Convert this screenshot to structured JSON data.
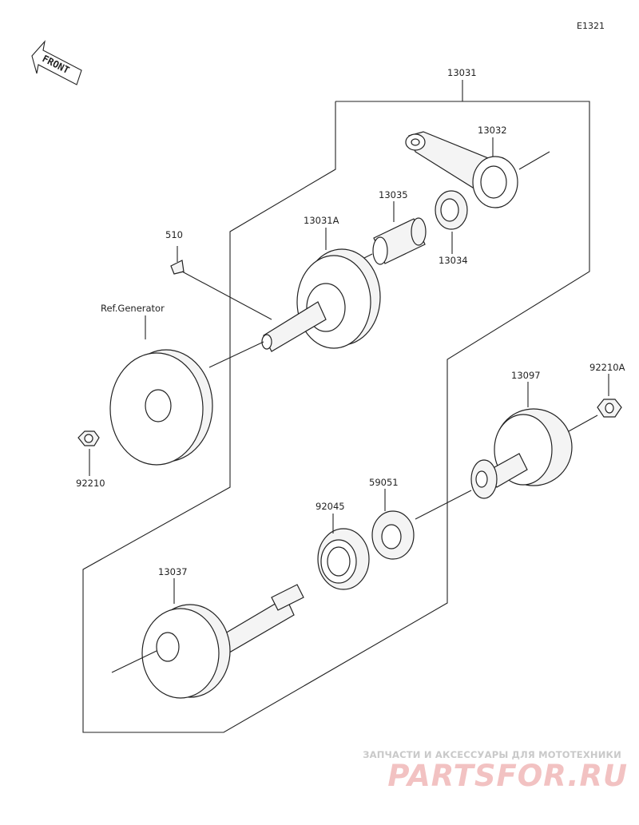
{
  "diagram_code": "E1321",
  "front_label": "FRONT",
  "parts": {
    "p13031": "13031",
    "p13032": "13032",
    "p13035": "13035",
    "p13034": "13034",
    "p13031A": "13031A",
    "p510": "510",
    "ref_generator": "Ref.Generator",
    "p92210": "92210",
    "p13097": "13097",
    "p92210A": "92210A",
    "p59051": "59051",
    "p92045": "92045",
    "p13037": "13037"
  },
  "watermark": {
    "subtitle": "ЗАПЧАСТИ И АКСЕССУАРЫ ДЛЯ МОТОТЕХНИКИ",
    "brand": "PARTSFOR.RU"
  }
}
